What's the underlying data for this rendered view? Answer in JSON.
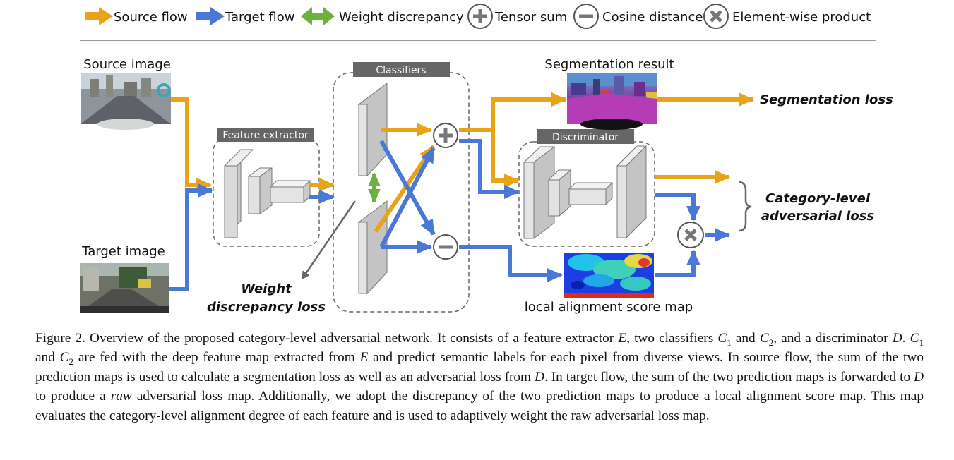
{
  "legend": {
    "source_flow": "Source flow",
    "target_flow": "Target flow",
    "weight_discrepancy": "Weight discrepancy",
    "tensor_sum": "Tensor sum",
    "cosine_distance": "Cosine distance",
    "element_wise_product": "Element-wise product"
  },
  "labels": {
    "source_image": "Source image",
    "target_image": "Target image",
    "feature_extractor": "Feature extractor",
    "classifiers": "Classifiers",
    "discriminator": "Discriminator",
    "segmentation_result": "Segmentation result",
    "segmentation_loss": "Segmentation loss",
    "category_loss_line1": "Category-level",
    "category_loss_line2": "adversarial loss",
    "weight_loss_line1": "Weight",
    "weight_loss_line2": "discrepancy loss",
    "local_alignment": "local alignment score map"
  },
  "caption": {
    "s1": "Figure 2. Overview of the proposed category-level adversarial network. It consists of a feature extractor ",
    "E1": "E",
    "s2": ", two classifiers ",
    "C": "C",
    "one": "1",
    "two": "2",
    "s3": " and ",
    "s4": ", and a discriminator ",
    "D": "D",
    "s5": ". ",
    "s6": " and ",
    "s7": " are fed with the deep feature map extracted from ",
    "s8": " and predict semantic labels for each pixel from diverse views. In source flow, the sum of the two prediction maps is used to calculate a segmentation loss as well as an adversarial loss from ",
    "s9": ". In target flow, the sum of the two prediction maps is forwarded to ",
    "s10": " to produce a ",
    "raw": "raw",
    "s11": " adversarial loss map. Additionally, we adopt the discrepancy of the two prediction maps to produce a local alignment score map. This map evaluates the category-level alignment degree of each feature and is used to adaptively weight the raw adversarial loss map."
  },
  "colors": {
    "source": "#E8A317",
    "target": "#4A78D6",
    "discrepancy": "#6CB33E",
    "box": "#666666",
    "layer": "#D9D9D9"
  }
}
